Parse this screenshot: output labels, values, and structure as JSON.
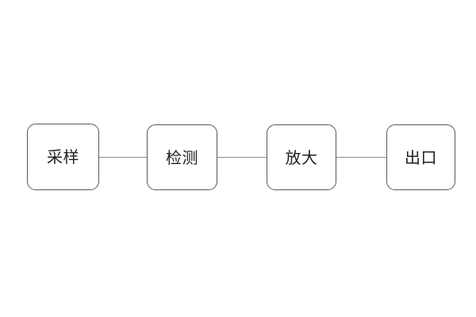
{
  "diagram": {
    "title": "",
    "type": "horizontal-flowchart",
    "background_color": "#ffffff",
    "node_border_color": "#555a5e",
    "node_fill_color": "#ffffff",
    "connector_color": "#8a8d90",
    "label_color": "#1f1f1f",
    "nodes": [
      {
        "id": "sampling",
        "label": "采样"
      },
      {
        "id": "detection",
        "label": "检测"
      },
      {
        "id": "amplify",
        "label": "放大"
      },
      {
        "id": "outlet",
        "label": "出口"
      }
    ],
    "connectors": [
      {
        "from": "sampling",
        "to": "detection"
      },
      {
        "from": "detection",
        "to": "amplify"
      },
      {
        "from": "amplify",
        "to": "outlet"
      }
    ]
  }
}
